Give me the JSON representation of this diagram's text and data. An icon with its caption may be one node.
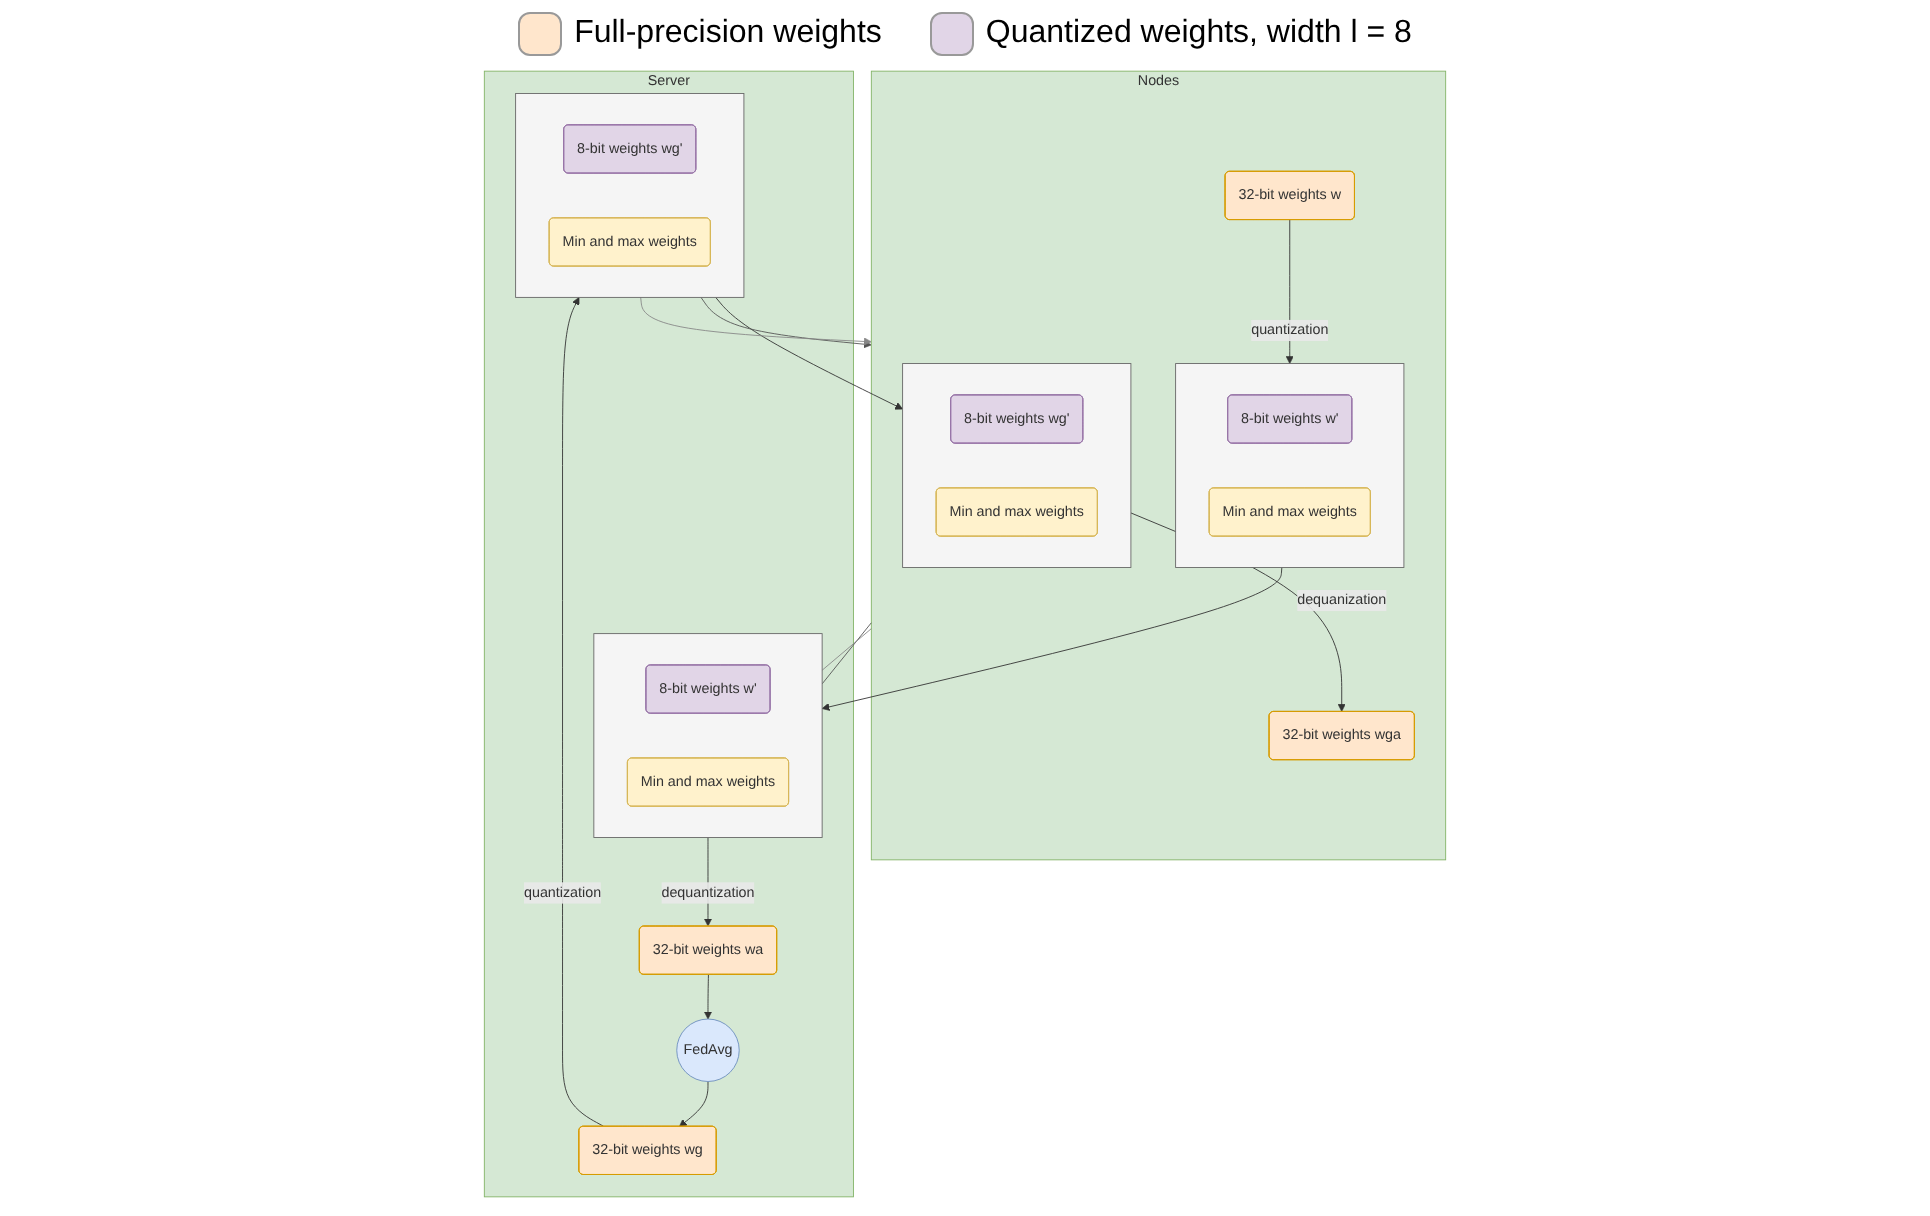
{
  "diagram": {
    "nodes": [
      {
        "text": [
          "Nodes"
        ]
      },
      {
        "text": [
          "32-bit weights w"
        ],
        "in": 0
      },
      {
        "text": [],
        "shape": "box",
        "in": 0
      },
      {
        "text": [
          "8-bit weights w'"
        ],
        "in": 2
      },
      {
        "text": [
          "Min and max weights"
        ],
        "in": 2
      },
      {
        "text": [],
        "shape": "box",
        "in": 0
      },
      {
        "text": [
          "8-bit weights wg'"
        ],
        "in": 5
      },
      {
        "text": [
          "Min and max weights"
        ],
        "in": 5
      },
      {
        "text": [
          "32-bit weights wga"
        ],
        "in": 0
      },
      {
        "text": [
          "Server"
        ]
      },
      {
        "text": [],
        "shape": "box",
        "in": 9
      },
      {
        "text": [
          "8-bit weights w'"
        ],
        "in": 10
      },
      {
        "text": [
          "Min and max weights"
        ],
        "in": 10
      },
      {
        "text": [
          "32-bit weights wa"
        ],
        "in": 9
      },
      {
        "text": [
          "FedAvg"
        ],
        "in": 9
      },
      {
        "text": [
          "32-bit weights wg"
        ],
        "in": 9
      },
      {
        "text": [],
        "shape": "box",
        "in": 9
      },
      {
        "text": [
          "8-bit weights wg'"
        ],
        "in": 16
      },
      {
        "text": [
          "Min and max weights"
        ],
        "in": 16
      }
    ],
    "edges": [
      {
        "from": 1,
        "to": 2,
        "arrow": "to",
        "label": "quantization"
      },
      {
        "from": 5,
        "to": 8,
        "arrow": "to",
        "label": "dequanization"
      },
      {
        "from": 2,
        "to": 10,
        "arrow": "to"
      },
      {
        "from": 0,
        "to": 10,
        "arrow": "none",
        "color": "#555555"
      },
      {
        "from": 0,
        "to": 10,
        "arrow": "none",
        "color": "#888888"
      },
      {
        "from": 10,
        "to": 13,
        "arrow": "to",
        "label": "dequantization"
      },
      {
        "from": 13,
        "to": 14,
        "arrow": "to"
      },
      {
        "from": 14,
        "to": 15,
        "arrow": "to"
      },
      {
        "from": 15,
        "to": 16,
        "arrow": "to",
        "label": "quantization"
      },
      {
        "from": 16,
        "to": 5,
        "arrow": "to"
      },
      {
        "from": 16,
        "to": 0,
        "arrow": "to",
        "color": "#555555"
      },
      {
        "from": 16,
        "to": 0,
        "arrow": "to",
        "color": "#888888"
      }
    ],
    "legend": [
      {
        "text": "Full-precision weights",
        "color": "#ffe6cc"
      },
      {
        "text": "Quantized weights, width l = 8",
        "color": "#e1d5e7"
      }
    ]
  }
}
